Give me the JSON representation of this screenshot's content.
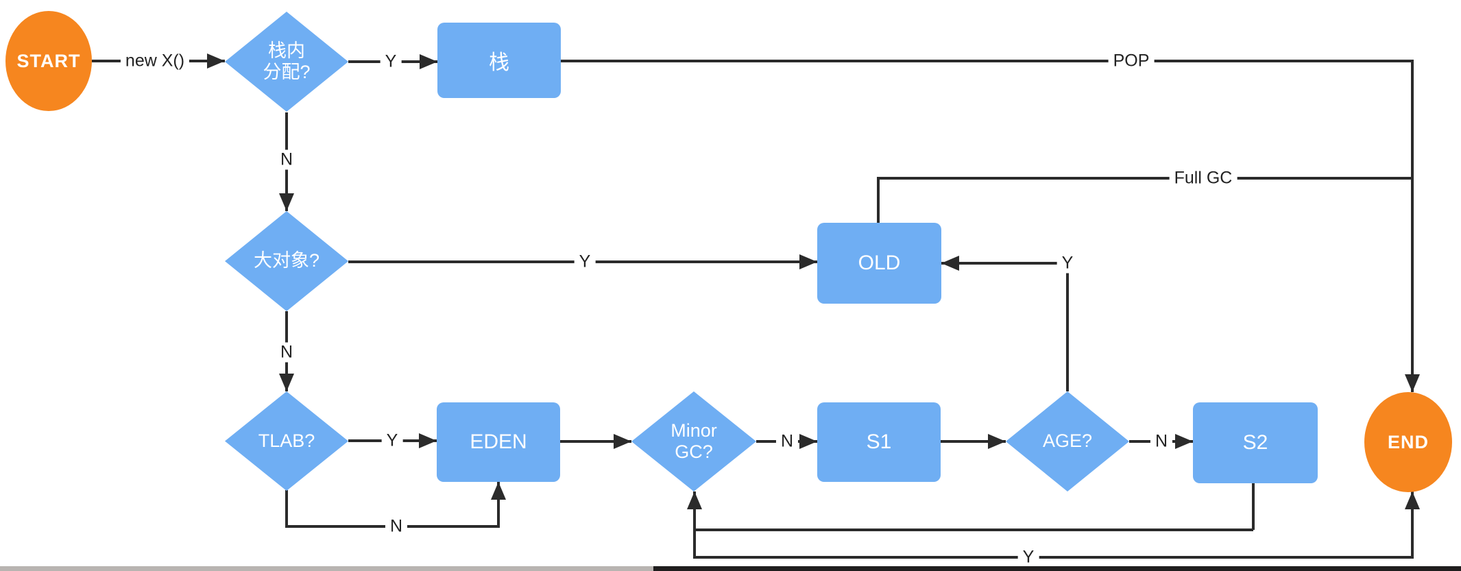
{
  "diagram": {
    "nodes": {
      "start": {
        "label": "START"
      },
      "stack_alloc": {
        "line1": "栈内",
        "line2": "分配?"
      },
      "stack": {
        "label": "栈"
      },
      "big_object": {
        "label": "大对象?"
      },
      "old": {
        "label": "OLD"
      },
      "tlab": {
        "label": "TLAB?"
      },
      "eden": {
        "label": "EDEN"
      },
      "minor_gc": {
        "line1": "Minor",
        "line2": "GC?"
      },
      "s1": {
        "label": "S1"
      },
      "age": {
        "label": "AGE?"
      },
      "s2": {
        "label": "S2"
      },
      "end": {
        "label": "END"
      }
    },
    "edge_labels": {
      "new_x": "new X()",
      "stack_alloc_yes": "Y",
      "pop": "POP",
      "stack_alloc_no": "N",
      "big_object_yes": "Y",
      "full_gc": "Full GC",
      "big_object_no": "N",
      "tlab_yes": "Y",
      "tlab_no": "N",
      "minor_gc_no": "N",
      "age_to_old_yes": "Y",
      "age_no": "N",
      "minor_gc_yes": "Y"
    },
    "colors": {
      "terminal": "#F6861F",
      "node": "#6FAEF3",
      "line": "#2b2b2b",
      "label_text": "#222222"
    }
  }
}
